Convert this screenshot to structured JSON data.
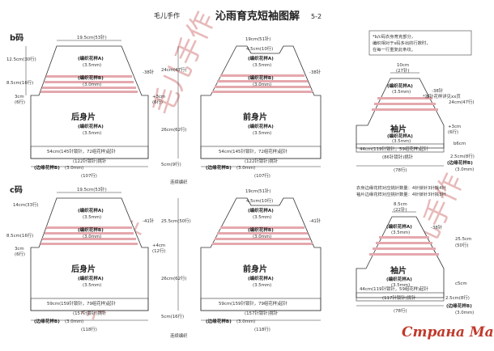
{
  "header": {
    "brand": "毛儿手作",
    "title": "沁雨育克短袖图解",
    "page": "5-2"
  },
  "sections": {
    "b": "b码",
    "c": "c码"
  },
  "note_box": [
    "*b/c码衣身育克部分，",
    "编织相对于s码多出的行数时，",
    "在每一行重复此条纹。"
  ],
  "b_back": {
    "top": "19.5cm(53针)",
    "h1": "12.5cm(30行)",
    "pat_a": "(编织花样A)",
    "needle_a": "(3.5mm)",
    "pat_b": "(编织花样B)",
    "needle_b": "(3.0mm)",
    "h2": "8.5cm(16行)",
    "h3": "3cm",
    "h3b": "(6行)",
    "title": "后身片",
    "pat_a2": "(编织花样A)",
    "needle_a2": "(3.5mm)",
    "width": "54cm(145针锁针，72组花样)起针",
    "cast": "(122针锁针)挑针",
    "edge": "(边缘花样B)",
    "edge_needle": "(3.0mm)",
    "bottom": "(107行)"
  },
  "b_center": {
    "h_total": "24cm(47行)",
    "side": "+3cm",
    "side_b": "(6行)",
    "h_body": "26cm(62行)",
    "h_edge": "5cm(9行)",
    "join": "连续编织",
    "dec": "-38针"
  },
  "b_front": {
    "top": "19cm(51针)",
    "neck": "4.5cm(10行)",
    "pat_a": "(编织花样A)",
    "needle_a": "(3.5mm)",
    "pat_b": "(编织花样B)",
    "needle_b": "(3.0mm)",
    "title": "前身片",
    "pat_a2": "(编织花样A)",
    "needle_a2": "(3.5mm)",
    "width": "54cm(145针锁针，72组花样)起针",
    "cast": "(122针锁针)挑针",
    "edge": "(边缘花样B)",
    "edge_needle": "(3.0mm)",
    "bottom": "(107行)",
    "dec": "-38针"
  },
  "b_sleeve": {
    "top": "10cm",
    "top_b": "(27针)",
    "dec": "-38针",
    "dec_note": "*减针花样详见xx页",
    "h": "24cm(47行)",
    "pat_a": "(编织花样A)",
    "needle_a": "(3.5mm)",
    "title": "袖片",
    "pat_a2": "(编织花样A)",
    "needle_a2": "(3.5mm)",
    "side": "+3cm",
    "side_b": "(6行)",
    "h_body": "b6cm",
    "width": "44cm(119针锁针，59组花样)起针",
    "cast": "(86针锁针)挑针",
    "edge": "(边缘花样B)",
    "edge_needle": "(3.0mm)",
    "edge_h": "2.5cm(8行)",
    "bottom": "(78行)"
  },
  "mid_notes": [
    "衣身边缘花样对应挑针数量：4针锁针3针挑4针",
    "袖片边缘花样对应挑针数量：4针锁针3针挑3针"
  ],
  "c_back": {
    "top": "19.5cm(53针)",
    "h1": "14cm(33行)",
    "pat_a": "(编织花样A)",
    "needle_a": "(3.5mm)",
    "pat_b": "(编织花样B)",
    "needle_b": "(3.0mm)",
    "h2": "8.5cm(16行)",
    "h3": "3cm",
    "h3b": "(6行)",
    "title": "后身片",
    "pat_a2": "(编织花样A)",
    "needle_a2": "(3.5mm)",
    "width": "59cm(159针锁针，79组花样)起针",
    "cast": "(157针锁针)挑针",
    "edge": "(边缘花样B)",
    "edge_needle": "(3.0mm)",
    "bottom": "(118行)"
  },
  "c_center": {
    "h_total": "25.5cm(50行)",
    "side": "+4cm",
    "side_b": "(12行)",
    "h_body": "26cm(62行)",
    "h_edge": "5cm(16行)",
    "join": "连续编织",
    "dec": "-41针"
  },
  "c_front": {
    "top": "19cm(51针)",
    "neck": "4.5cm(10行)",
    "pat_a": "(编织花样A)",
    "needle_a": "(3.5mm)",
    "pat_b": "(编织花样B)",
    "needle_b": "(3.0mm)",
    "title": "前身片",
    "pat_a2": "(编织花样A)",
    "needle_a2": "(3.5mm)",
    "width": "59cm(159针锁针，79组花样)起针",
    "cast": "(157针锁针)挑针",
    "edge": "(边缘花样B)",
    "edge_needle": "(3.0mm)",
    "bottom": "(118行)",
    "dec": "-41针"
  },
  "c_sleeve": {
    "top": "8.5cm",
    "top_b": "(22针)",
    "dec": "-38针",
    "h": "25.5cm",
    "h_b": "(50行)",
    "pat_a": "(编织花样A)",
    "needle_a": "(3.5mm)",
    "title": "袖片",
    "pat_a2": "(编织花样A)",
    "needle_a2": "(3.5mm)",
    "h_body": "c5cm",
    "width": "44cm(119针锁针，59组花样)起针",
    "cast": "(117针锁针)挑针",
    "edge": "(边缘花样B)",
    "edge_needle": "(3.0mm)",
    "edge_h": "2.5cm(8行)",
    "bottom": "(78行)"
  },
  "watermarks": [
    "毛儿手作",
    "毛儿手作",
    "毛儿手作"
  ],
  "corner_mark": "Страна Мам",
  "colors": {
    "stripe": "#e4a8ad",
    "line": "#333333",
    "watermark": "#e8b9b9",
    "brand": "#c0392b"
  }
}
